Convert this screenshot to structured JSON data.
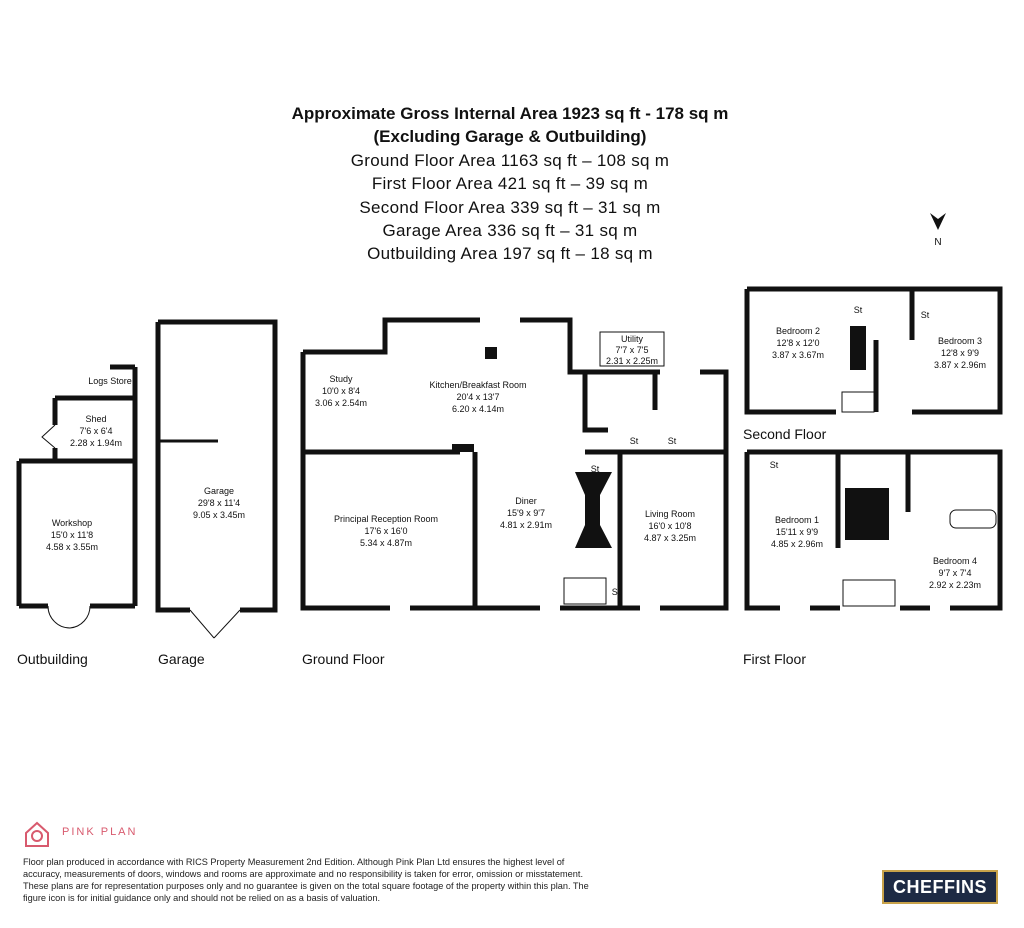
{
  "header": {
    "title_line1": "Approximate Gross Internal Area 1923 sq ft - 178 sq m",
    "title_line2": "(Excluding Garage & Outbuilding)",
    "areas": [
      "Ground Floor Area 1163 sq ft – 108 sq m",
      "First Floor Area 421 sq ft – 39 sq m",
      "Second Floor Area 339 sq ft – 31 sq m",
      "Garage Area 336 sq ft – 31 sq m",
      "Outbuilding Area 197 sq ft – 18 sq m"
    ]
  },
  "compass": {
    "label": "N"
  },
  "floors": {
    "outbuilding": "Outbuilding",
    "garage": "Garage",
    "ground": "Ground Floor",
    "first": "First Floor",
    "second": "Second Floor"
  },
  "rooms": {
    "logs_store": {
      "name": "Logs Store"
    },
    "shed": {
      "name": "Shed",
      "imperial": "7'6 x 6'4",
      "metric": "2.28 x 1.94m"
    },
    "workshop": {
      "name": "Workshop",
      "imperial": "15'0 x 11'8",
      "metric": "4.58 x 3.55m"
    },
    "garage": {
      "name": "Garage",
      "imperial": "29'8 x 11'4",
      "metric": "9.05 x 3.45m"
    },
    "study": {
      "name": "Study",
      "imperial": "10'0 x 8'4",
      "metric": "3.06 x 2.54m"
    },
    "kitchen": {
      "name": "Kitchen/Breakfast Room",
      "imperial": "20'4 x 13'7",
      "metric": "6.20 x 4.14m"
    },
    "utility": {
      "name": "Utility",
      "imperial": "7'7 x 7'5",
      "metric": "2.31 x 2.25m"
    },
    "reception": {
      "name": "Principal Reception Room",
      "imperial": "17'6 x 16'0",
      "metric": "5.34 x 4.87m"
    },
    "diner": {
      "name": "Diner",
      "imperial": "15'9 x 9'7",
      "metric": "4.81 x 2.91m"
    },
    "living": {
      "name": "Living Room",
      "imperial": "16'0 x 10'8",
      "metric": "4.87 x 3.25m"
    },
    "bedroom2": {
      "name": "Bedroom 2",
      "imperial": "12'8 x 12'0",
      "metric": "3.87 x 3.67m"
    },
    "bedroom3": {
      "name": "Bedroom 3",
      "imperial": "12'8 x 9'9",
      "metric": "3.87 x 2.96m"
    },
    "bedroom1": {
      "name": "Bedroom 1",
      "imperial": "15'11 x 9'9",
      "metric": "4.85 x 2.96m"
    },
    "bedroom4": {
      "name": "Bedroom 4",
      "imperial": "9'7 x 7'4",
      "metric": "2.92 x 2.23m"
    }
  },
  "storage_label": "St",
  "branding": {
    "pink_plan": "PINK PLAN",
    "agent": "CHEFFINS"
  },
  "disclaimer": "Floor plan produced in accordance with RICS Property Measurement 2nd Edition. Although Pink Plan Ltd ensures the highest level of accuracy, measurements of doors, windows and rooms are approximate and no responsibility is taken for error, omission or misstatement. These plans are for representation purposes only and no guarantee is given on the total square footage of the property within this plan. The figure icon is for initial guidance only and should not be relied on as a basis of valuation.",
  "colors": {
    "wall": "#111111",
    "brand_pink": "#d85a6e",
    "agent_navy": "#1e2a44",
    "agent_gold": "#c8a24a"
  }
}
